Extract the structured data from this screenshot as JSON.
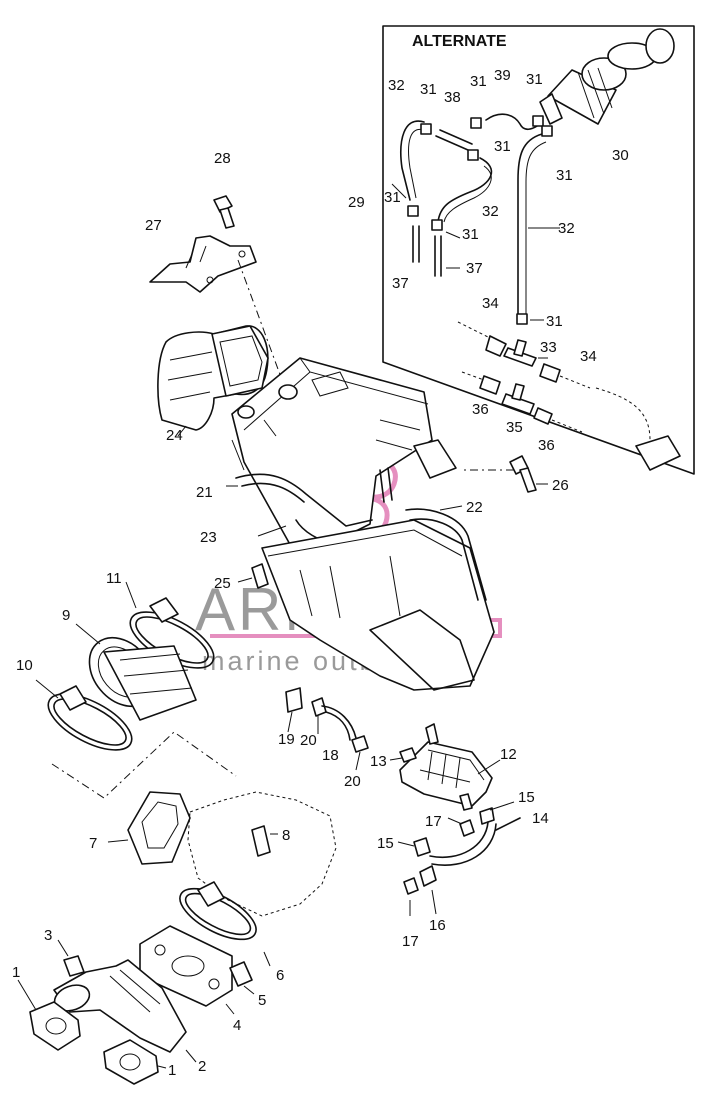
{
  "panel": {
    "title": "ALTERNATE"
  },
  "watermark": {
    "brand": "ARMADA",
    "tagline": "marine outboards",
    "accent_color": "#e58fbf",
    "text_color": "#9a9a9a"
  },
  "callouts": [
    {
      "id": "c1a",
      "text": "1"
    },
    {
      "id": "c1b",
      "text": "1"
    },
    {
      "id": "c2",
      "text": "2"
    },
    {
      "id": "c3",
      "text": "3"
    },
    {
      "id": "c4",
      "text": "4"
    },
    {
      "id": "c5",
      "text": "5"
    },
    {
      "id": "c6",
      "text": "6"
    },
    {
      "id": "c7",
      "text": "7"
    },
    {
      "id": "c8",
      "text": "8"
    },
    {
      "id": "c9",
      "text": "9"
    },
    {
      "id": "c10",
      "text": "10"
    },
    {
      "id": "c11",
      "text": "11"
    },
    {
      "id": "c12",
      "text": "12"
    },
    {
      "id": "c13",
      "text": "13"
    },
    {
      "id": "c14",
      "text": "14"
    },
    {
      "id": "c15a",
      "text": "15"
    },
    {
      "id": "c15b",
      "text": "15"
    },
    {
      "id": "c16",
      "text": "16"
    },
    {
      "id": "c17a",
      "text": "17"
    },
    {
      "id": "c17b",
      "text": "17"
    },
    {
      "id": "c18",
      "text": "18"
    },
    {
      "id": "c19",
      "text": "19"
    },
    {
      "id": "c20a",
      "text": "20"
    },
    {
      "id": "c20b",
      "text": "20"
    },
    {
      "id": "c21",
      "text": "21"
    },
    {
      "id": "c22",
      "text": "22"
    },
    {
      "id": "c23",
      "text": "23"
    },
    {
      "id": "c24",
      "text": "24"
    },
    {
      "id": "c25",
      "text": "25"
    },
    {
      "id": "c26",
      "text": "26"
    },
    {
      "id": "c27",
      "text": "27"
    },
    {
      "id": "c28",
      "text": "28"
    },
    {
      "id": "c29",
      "text": "29"
    },
    {
      "id": "c30",
      "text": "30"
    },
    {
      "id": "c31a",
      "text": "31"
    },
    {
      "id": "c31b",
      "text": "31"
    },
    {
      "id": "c31c",
      "text": "31"
    },
    {
      "id": "c31d",
      "text": "31"
    },
    {
      "id": "c31e",
      "text": "31"
    },
    {
      "id": "c31f",
      "text": "31"
    },
    {
      "id": "c31g",
      "text": "31"
    },
    {
      "id": "c31h",
      "text": "31"
    },
    {
      "id": "c31i",
      "text": "31"
    },
    {
      "id": "c32a",
      "text": "32"
    },
    {
      "id": "c32b",
      "text": "32"
    },
    {
      "id": "c32c",
      "text": "32"
    },
    {
      "id": "c33",
      "text": "33"
    },
    {
      "id": "c34a",
      "text": "34"
    },
    {
      "id": "c34b",
      "text": "34"
    },
    {
      "id": "c35",
      "text": "35"
    },
    {
      "id": "c36a",
      "text": "36"
    },
    {
      "id": "c36b",
      "text": "36"
    },
    {
      "id": "c37a",
      "text": "37"
    },
    {
      "id": "c37b",
      "text": "37"
    },
    {
      "id": "c38",
      "text": "38"
    },
    {
      "id": "c39",
      "text": "39"
    }
  ]
}
